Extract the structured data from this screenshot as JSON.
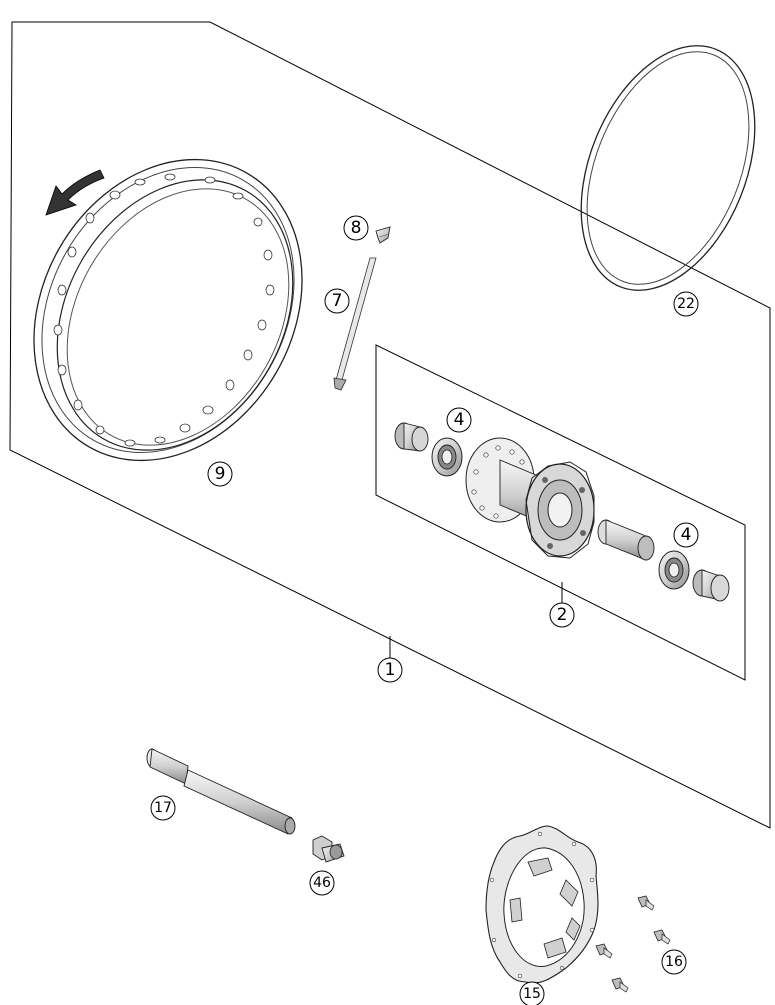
{
  "diagram": {
    "callouts": [
      {
        "id": "c1",
        "label": "1"
      },
      {
        "id": "c2",
        "label": "2"
      },
      {
        "id": "c4a",
        "label": "4"
      },
      {
        "id": "c4b",
        "label": "4"
      },
      {
        "id": "c7",
        "label": "7"
      },
      {
        "id": "c8",
        "label": "8"
      },
      {
        "id": "c9",
        "label": "9"
      },
      {
        "id": "c15",
        "label": "15"
      },
      {
        "id": "c16",
        "label": "16"
      },
      {
        "id": "c17",
        "label": "17"
      },
      {
        "id": "c22",
        "label": "22"
      },
      {
        "id": "c46",
        "label": "46"
      }
    ],
    "colors": {
      "line": "#000000",
      "part_fill": "#e6e6e6",
      "part_dark": "#9a9a9a",
      "background": "#ffffff"
    },
    "icons": [
      "rotation-arrow-icon"
    ]
  }
}
